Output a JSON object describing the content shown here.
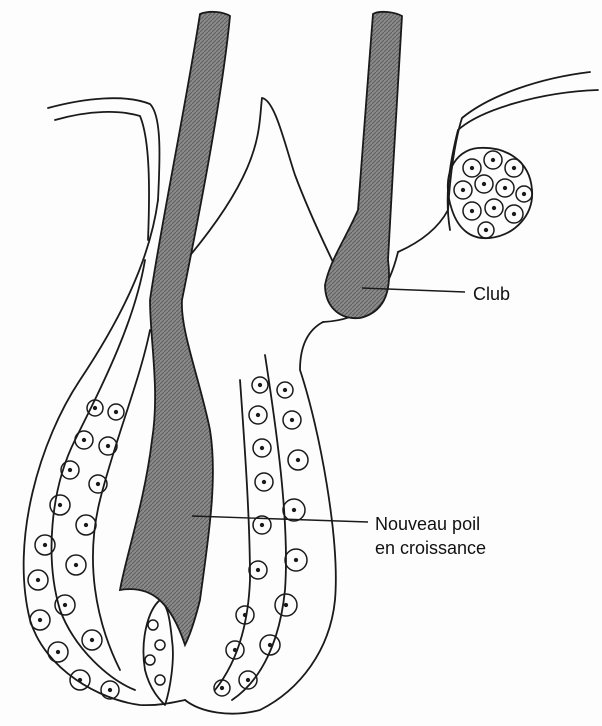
{
  "labels": {
    "club": "Club",
    "new_hair_line1": "Nouveau poil",
    "new_hair_line2": "en croissance"
  },
  "colors": {
    "ink": "#1a1a1a",
    "hair_fill": "#7f7f7f",
    "background": "#fdfdfd"
  }
}
